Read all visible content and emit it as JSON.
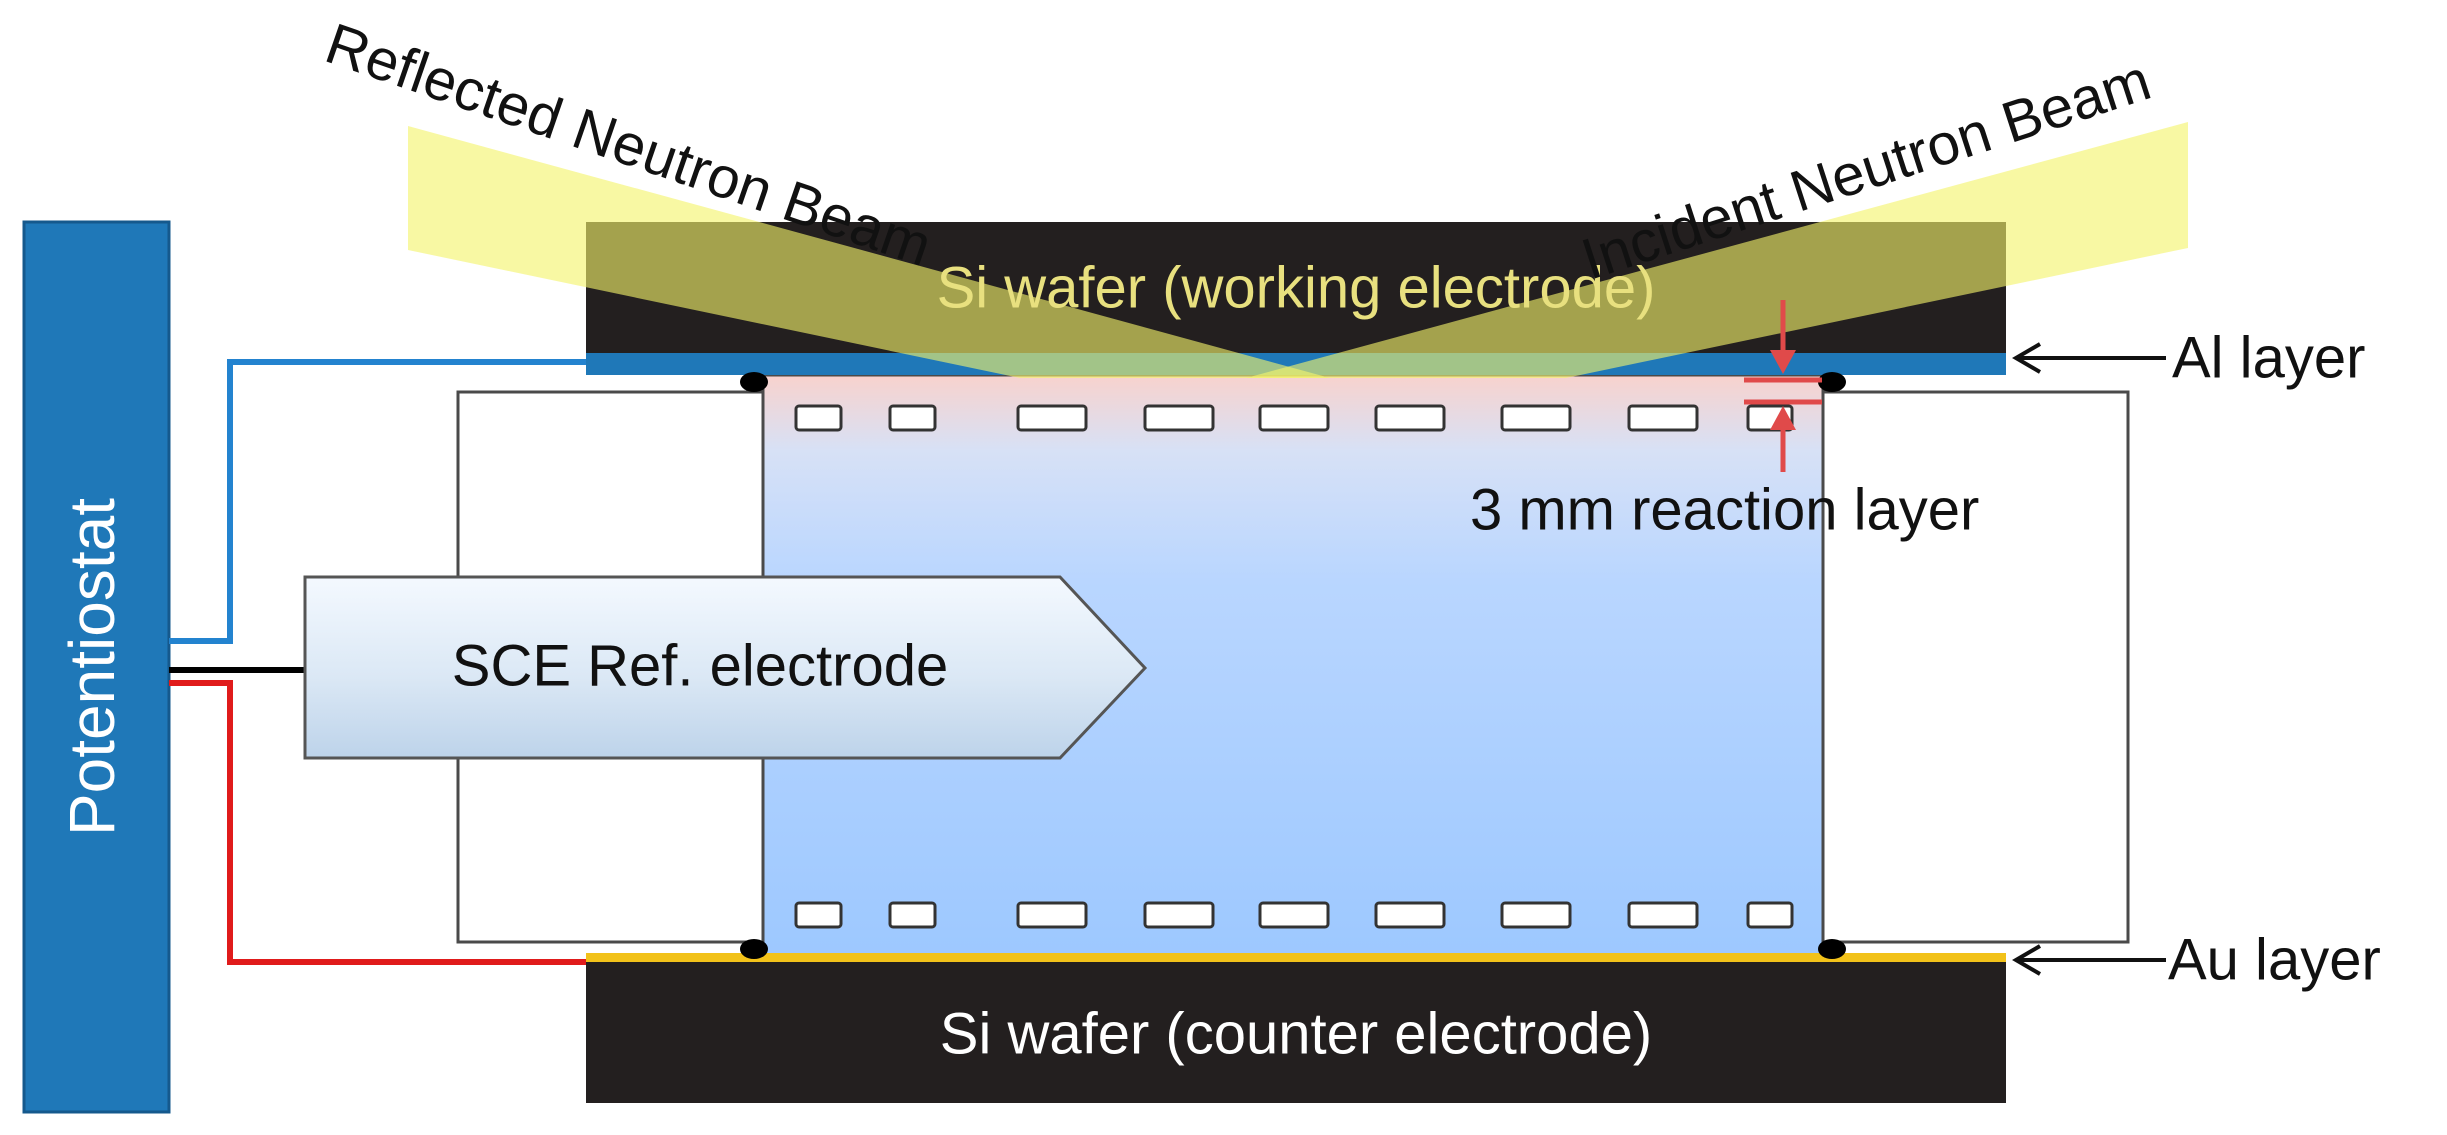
{
  "potentiostat": {
    "label": "Potentiostat"
  },
  "working_wafer": {
    "label": "Si wafer (working electrode)"
  },
  "counter_wafer": {
    "label": "Si wafer (counter electrode)"
  },
  "reference_electrode": {
    "label": "SCE Ref. electrode"
  },
  "beams": {
    "reflected_label": "Reflected Neutron Beam",
    "incident_label": "Incident Neutron Beam"
  },
  "annotations": {
    "al_layer": "Al layer",
    "au_layer": "Au layer",
    "reaction_layer": "3 mm reaction layer"
  },
  "colors": {
    "potentiostat": "#1f78b8",
    "wafer": "#231f1f",
    "al_layer": "#1f78b8",
    "au_layer": "#f2c21a",
    "blue_wire": "#2383cf",
    "red_wire": "#e01b1b",
    "black_wire": "#000000",
    "beam": "#f4f36a",
    "electrolyte_top": "#f7d5d2",
    "electrolyte_bottom": "#a2cbff",
    "arrow_red": "#e04a4a"
  }
}
